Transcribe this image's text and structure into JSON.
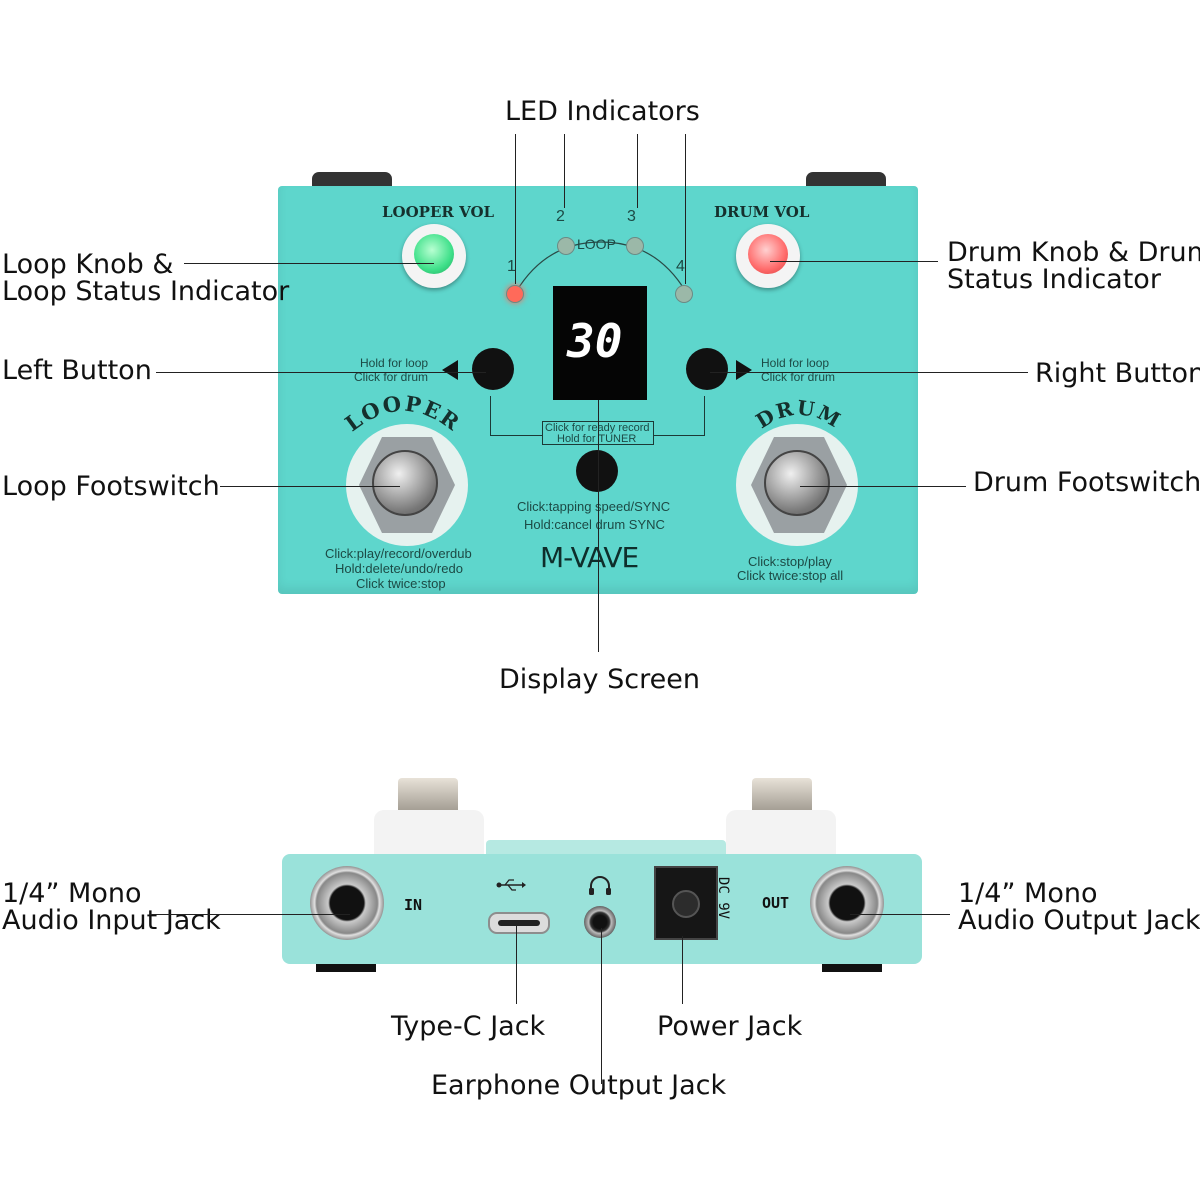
{
  "callouts": {
    "led_indicators": "LED Indicators",
    "loop_knob_line1": "Loop Knob &",
    "loop_knob_line2": "Loop Status Indicator",
    "drum_knob_line1": "Drum Knob & Drum",
    "drum_knob_line2": "Status Indicator",
    "left_button": "Left Button",
    "right_button": "Right Button",
    "loop_footswitch": "Loop Footswitch",
    "drum_footswitch": "Drum Footswitch",
    "display_screen": "Display Screen",
    "input_jack_line1": "1/4” Mono",
    "input_jack_line2": "Audio Input Jack",
    "output_jack_line1": "1/4” Mono",
    "output_jack_line2": "Audio Output Jack",
    "type_c_jack": "Type-C Jack",
    "power_jack": "Power Jack",
    "earphone_jack": "Earphone Output Jack"
  },
  "pedal": {
    "looper_vol": "LOOPER VOL",
    "drum_vol": "DRUM VOL",
    "loop_label": "LOOP",
    "led_numbers": [
      "1",
      "2",
      "3",
      "4"
    ],
    "display_value": "30",
    "left_hint_1": "Hold for loop",
    "left_hint_2": "Click for drum",
    "right_hint_1": "Hold for loop",
    "right_hint_2": "Click for drum",
    "center_hint_1": "Click for ready record",
    "center_hint_2": "Hold for TUNER",
    "tap_hint_1": "Click:tapping speed/SYNC",
    "tap_hint_2": "Hold:cancel drum SYNC",
    "looper_label": "LOOPER",
    "drum_label": "DRUM",
    "looper_hint_1": "Click:play/record/overdub",
    "looper_hint_2": "Hold:delete/undo/redo",
    "looper_hint_3": "Click twice:stop",
    "drum_hint_1": "Click:stop/play",
    "drum_hint_2": "Click twice:stop all",
    "brand": "M-VAVE",
    "in_label": "IN",
    "out_label": "OUT",
    "dc_label": "DC 9V"
  },
  "colors": {
    "pedal_body": "#5ed6cc",
    "looper_knob_cap": "#3fe08a",
    "drum_knob_cap": "#ff6b6b",
    "led_red": "#ff6a5a",
    "led_off": "#9bb8a8"
  },
  "icons": [
    "usb-icon",
    "headphones-icon"
  ]
}
